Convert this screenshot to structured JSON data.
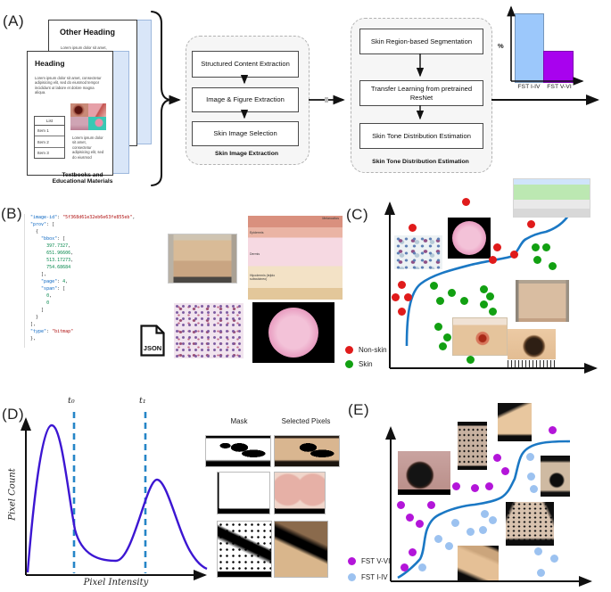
{
  "panel_a": {
    "label": "(A)",
    "doc_back": {
      "heading": "Other Heading",
      "line": "Lorem ipsum dolor sit amet,"
    },
    "doc_front": {
      "heading": "Heading",
      "body": "Lorem ipsum dolor sit amet, consectetur adipisicing elit, sed do eiusmod tempor incididunt ut labore et dolore magna aliqua.",
      "list_header": "List",
      "list_items": [
        "Item 1",
        "Item 2",
        "Item 3"
      ],
      "side_text": "Lorem ipsum dolor sit amet, consectetur adipisicing elit, sed do eiusmod"
    },
    "caption_line1": "Textbooks and",
    "caption_line2": "Educational Materials",
    "group1": {
      "title": "Skin Image Extraction",
      "steps": [
        "Structured Content Extraction",
        "Image & Figure Extraction",
        "Skin Image Selection"
      ]
    },
    "group2": {
      "title": "Skin Tone Distribution Estimation",
      "steps": [
        "Skin Region-based Segmentation",
        "Transfer Learning from pretrained ResNet",
        "Skin Tone Distribution Estimation"
      ]
    }
  },
  "panel_b": {
    "label": "(B)",
    "json_icon_text": "JSON",
    "code_lines": [
      "\"image-id\": \"5f368d61e32eb6e63fe855eb\",",
      "\"prov\": [",
      "  {",
      "    \"bbox\": [",
      "      397.7327,",
      "      651.96606,",
      "      513.17273,",
      "      754.68684",
      "    ],",
      "    \"page\": 4,",
      "    \"span\": [",
      "      0,",
      "      0",
      "    ]",
      "  }",
      "],",
      "\"type\": \"bitmap\"",
      "},"
    ],
    "anatomy_labels": [
      "Melanocitos",
      "Epidermis",
      "Dermis",
      "Hipodermis (tejido subcutáneo)"
    ]
  },
  "panel_c": {
    "label": "(C)"
  },
  "panel_d": {
    "label": "(D)",
    "ylabel": "Pixel Count",
    "xlabel": "Pixel Intensity",
    "t0": "t₀",
    "t1": "t₁",
    "mask_header": "Mask",
    "selected_header": "Selected Pixels"
  },
  "panel_e": {
    "label": "(E)"
  },
  "chart_data": [
    {
      "id": "panel_a_bar",
      "type": "bar",
      "ylabel": "%",
      "categories": [
        "FST I-IV",
        "FST V-VI"
      ],
      "values": [
        88,
        39
      ],
      "colors": [
        "#9cc8fb",
        "#a802ee"
      ],
      "note": "relative bar heights in percent of axis; no numeric ticks shown"
    },
    {
      "id": "panel_c_scatter",
      "type": "scatter",
      "legend_position": "outside bottom-left",
      "separator": "blue sigmoid curve dividing classes",
      "series": [
        {
          "name": "Non-skin",
          "color": "#e01b1b",
          "points": [
            [
              39.4,
              2.1
            ],
            [
              11.5,
              17.8
            ],
            [
              72.5,
              15.7
            ],
            [
              55.5,
              28.8
            ],
            [
              64.2,
              33
            ],
            [
              52.8,
              36.6
            ],
            [
              6,
              51.3
            ],
            [
              3.2,
              58.6
            ],
            [
              9.2,
              58.6
            ],
            [
              6,
              67
            ]
          ]
        },
        {
          "name": "Skin",
          "color": "#12a012",
          "points": [
            [
              75.2,
              29.3
            ],
            [
              80.7,
              29.3
            ],
            [
              76.1,
              36.6
            ],
            [
              83.5,
              39.8
            ],
            [
              22.5,
              51.8
            ],
            [
              31.7,
              56
            ],
            [
              25.7,
              60.7
            ],
            [
              38.5,
              60.7
            ],
            [
              48.6,
              53.9
            ],
            [
              51.4,
              58.1
            ],
            [
              48.2,
              62.8
            ],
            [
              53.2,
              67
            ],
            [
              24.8,
              75.9
            ],
            [
              29.8,
              81.7
            ],
            [
              27.1,
              87.4
            ],
            [
              41.7,
              94.8
            ]
          ]
        }
      ]
    },
    {
      "id": "panel_d_histogram",
      "type": "line",
      "xlabel": "Pixel Intensity",
      "ylabel": "Pixel Count",
      "x": [
        1,
        14,
        27,
        50,
        72,
        91,
        100
      ],
      "y": [
        2,
        94,
        29,
        9,
        60,
        14,
        4
      ],
      "thresholds": {
        "t0_x": 26.5,
        "t1_x": 65.7
      },
      "note": "bimodal intensity histogram; tall low-intensity peak, shorter high-intensity peak; dashed thresholds t0 and t1"
    },
    {
      "id": "panel_e_scatter",
      "type": "scatter",
      "legend_position": "outside bottom-left",
      "separator": "blue sigmoid curve dividing classes",
      "series": [
        {
          "name": "FST V-VI",
          "color": "#b315d9",
          "points": [
            [
              86.2,
              3.4
            ],
            [
              57.1,
              21.1
            ],
            [
              61.4,
              29.7
            ],
            [
              35.2,
              38.9
            ],
            [
              45.2,
              40
            ],
            [
              52.4,
              38.9
            ],
            [
              5.7,
              51.4
            ],
            [
              21.9,
              50.9
            ],
            [
              10,
              58.9
            ],
            [
              15.7,
              62.9
            ],
            [
              11.9,
              81.7
            ],
            [
              7.6,
              91.4
            ]
          ]
        },
        {
          "name": "FST I-IV",
          "color": "#9cc2f0",
          "points": [
            [
              74.3,
              20
            ],
            [
              75.2,
              32.6
            ],
            [
              76.2,
              40.6
            ],
            [
              50,
              56.6
            ],
            [
              54.3,
              60.6
            ],
            [
              34.3,
              62.3
            ],
            [
              42.4,
              68
            ],
            [
              49.5,
              67.4
            ],
            [
              25.7,
              72.6
            ],
            [
              31,
              77.7
            ],
            [
              78.6,
              80.6
            ],
            [
              87.6,
              85.7
            ],
            [
              80,
              94.3
            ],
            [
              17.1,
              91.4
            ]
          ]
        }
      ]
    }
  ]
}
